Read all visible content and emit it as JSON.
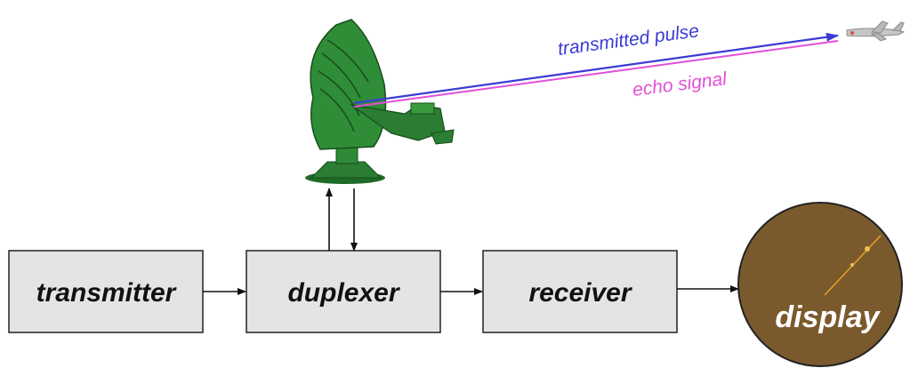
{
  "blocks": {
    "transmitter": "transmitter",
    "duplexer": "duplexer",
    "receiver": "receiver",
    "display": "display"
  },
  "signals": {
    "transmitted": "transmitted pulse",
    "echo": "echo signal"
  },
  "colors": {
    "box_fill": "#e4e4e4",
    "box_stroke": "#222222",
    "transmitted": "#3b3bd6",
    "echo": "#e24fd6",
    "antenna": "#2e7d2e",
    "display_fill": "#7a5a2d",
    "display_trace": "#e0a020"
  },
  "icons": {
    "antenna": "radar-antenna-icon",
    "target": "airplane-icon"
  }
}
